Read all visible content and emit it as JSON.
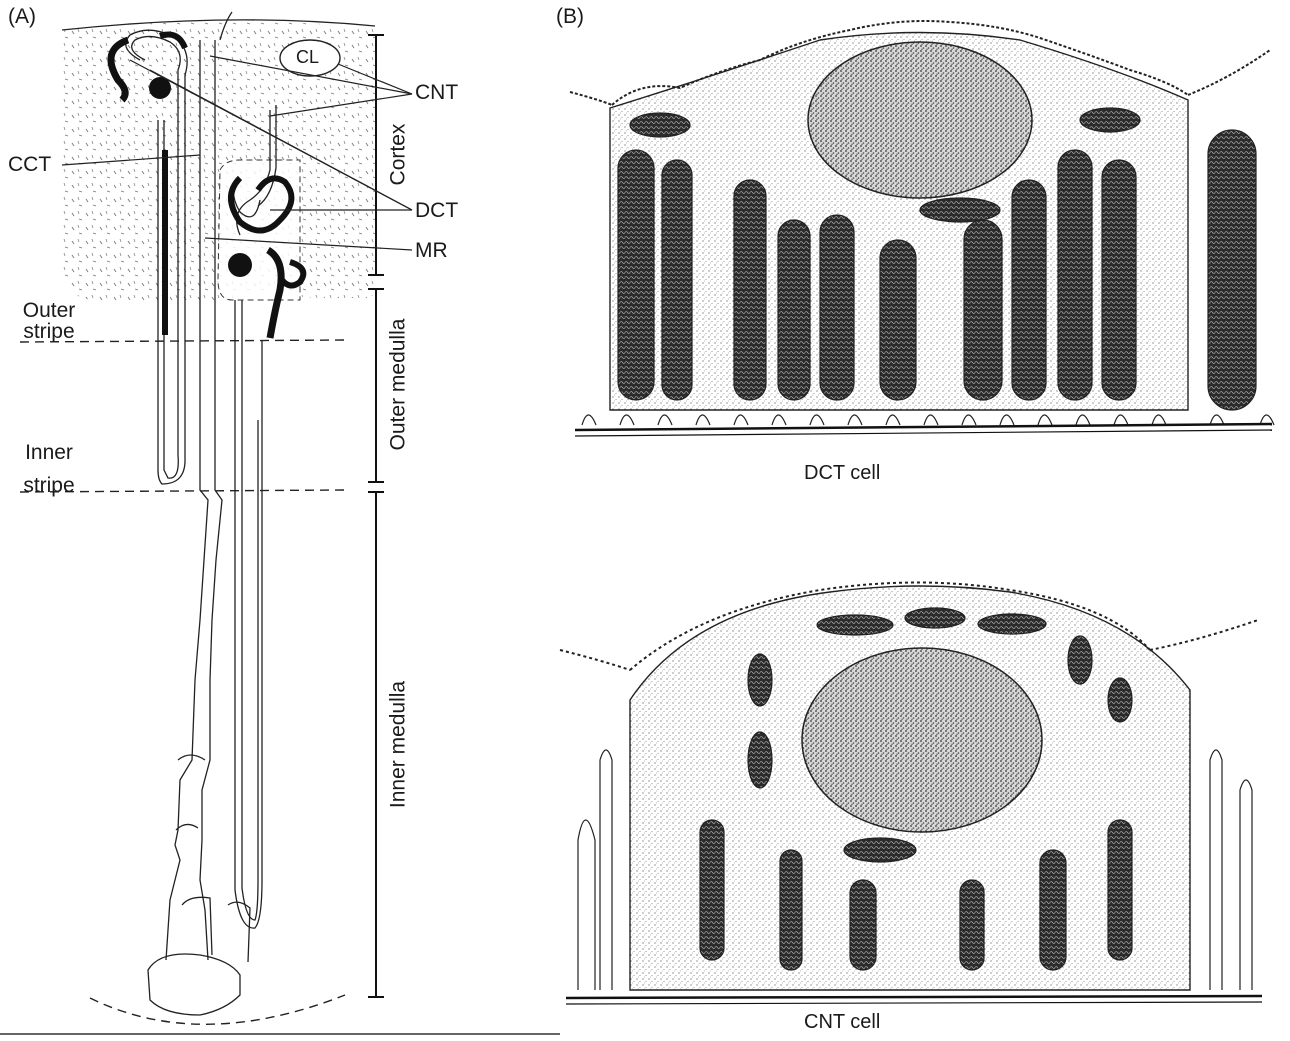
{
  "panel_a": {
    "panel_label": "(A)",
    "structure_labels": {
      "cl": "CL",
      "cnt": "CNT",
      "cct": "CCT",
      "dct": "DCT",
      "mr": "MR"
    },
    "zone_labels": {
      "outer_stripe": "Outer stripe",
      "inner_stripe": "Inner stripe"
    },
    "region_labels": {
      "cortex": "Cortex",
      "outer_medulla": "Outer medulla",
      "inner_medulla": "Inner medulla"
    }
  },
  "panel_b": {
    "panel_label": "(B)",
    "captions": {
      "dct_cell": "DCT cell",
      "cnt_cell": "CNT cell"
    }
  },
  "colors": {
    "ink": "#1a1a1a",
    "paper": "#ffffff",
    "stipple": "#6a6a6a"
  }
}
